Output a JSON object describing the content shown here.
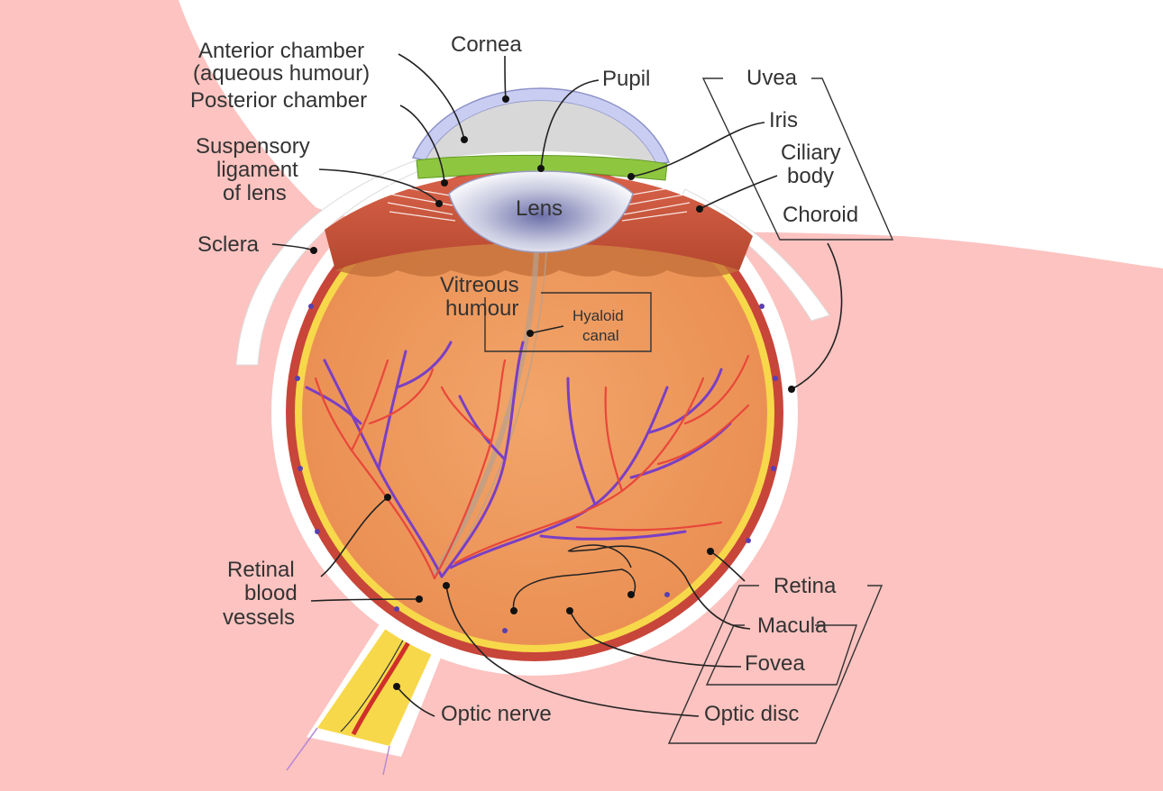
{
  "labels": {
    "anterior_chamber_1": "Anterior chamber",
    "anterior_chamber_2": "(aqueous humour)",
    "posterior_chamber": "Posterior chamber",
    "cornea": "Cornea",
    "pupil": "Pupil",
    "uvea": "Uvea",
    "iris": "Iris",
    "ciliary_body_1": "Ciliary",
    "ciliary_body_2": "body",
    "choroid": "Choroid",
    "suspensory_1": "Suspensory",
    "suspensory_2": "ligament",
    "suspensory_3": "of lens",
    "sclera": "Sclera",
    "lens": "Lens",
    "vitreous_1": "Vitreous",
    "vitreous_2": "humour",
    "hyaloid_1": "Hyaloid",
    "hyaloid_2": "canal",
    "retinal_vessels_1": "Retinal",
    "retinal_vessels_2": "blood",
    "retinal_vessels_3": "vessels",
    "retina": "Retina",
    "macula": "Macula",
    "fovea": "Fovea",
    "optic_disc": "Optic disc",
    "optic_nerve": "Optic nerve"
  },
  "colors": {
    "background_pink": "#fcc3c0",
    "vitreous_orange": "#f09a5e",
    "retina_yellow": "#f7d84a",
    "choroid_red": "#c8453a",
    "sclera_white": "#ffffff",
    "iris_green": "#8fc63f",
    "cornea_blue": "#c9cdf2",
    "artery_red": "#e8473a",
    "vein_purple": "#7a3fc4"
  }
}
